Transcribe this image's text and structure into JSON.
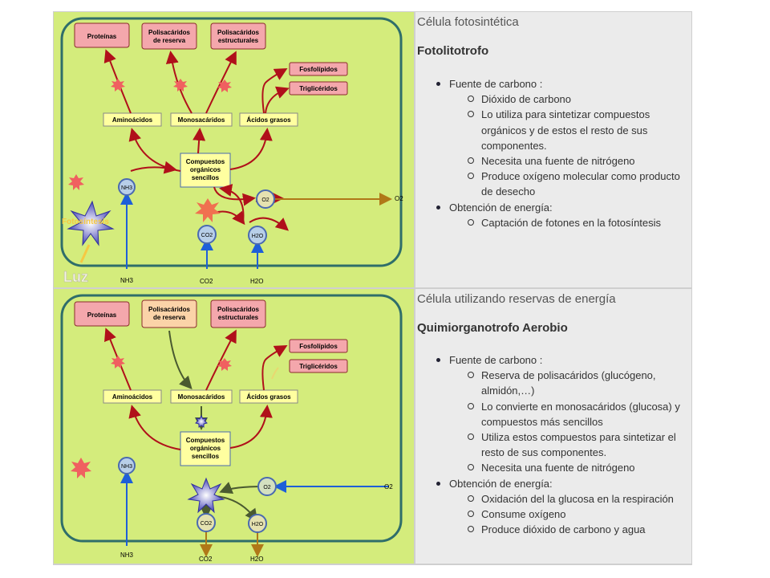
{
  "panel1": {
    "subtitle": "Célula fotosintética",
    "heading": "Fotolitotrofo",
    "diagram": {
      "proteins": "Proteínas",
      "storage_polys_1": "Polisacáridos",
      "storage_polys_2": "de reserva",
      "struct_polys_1": "Polisacáridos",
      "struct_polys_2": "estructurales",
      "phospholipids": "Fosfolípidos",
      "triglycerides": "Triglicéridos",
      "amino": "Aminoácidos",
      "mono": "Monosacáridos",
      "fatty": "Ácidos grasos",
      "compounds_1": "Compuestos",
      "compounds_2": "orgánicos",
      "compounds_3": "sencillos",
      "nh3_node": "NH3",
      "o2_node": "O2",
      "co2_node": "CO2",
      "h2o_node": "H2O",
      "o2_out": "O2",
      "nh3_in": "NH3",
      "co2_in": "CO2",
      "h2o_in": "H2O",
      "photosynthesis": "Fotosíntesis",
      "light": "Luz"
    },
    "bullets": [
      {
        "label": "Fuente de carbono :",
        "items": [
          "Dióxido de carbono",
          "Lo utiliza para sintetizar compuestos orgánicos y de estos el resto de sus componentes.",
          "Necesita una fuente de nitrógeno",
          "Produce oxígeno molecular como producto de desecho"
        ]
      },
      {
        "label": "Obtención de energía:",
        "items": [
          "Captación de fotones en la fotosíntesis"
        ]
      }
    ]
  },
  "panel2": {
    "subtitle": "Célula utilizando reservas de energía",
    "heading": "Quimiorganotrofo Aerobio",
    "diagram": {
      "proteins": "Proteínas",
      "storage_polys_1": "Polisacáridos",
      "storage_polys_2": "de reserva",
      "struct_polys_1": "Polisacáridos",
      "struct_polys_2": "estructurales",
      "phospholipids": "Fosfolípidos",
      "triglycerides": "Triglicéridos",
      "amino": "Aminoácidos",
      "mono": "Monosacáridos",
      "fatty": "Ácidos grasos",
      "compounds_1": "Compuestos",
      "compounds_2": "orgánicos",
      "compounds_3": "sencillos",
      "nh3_node": "NH3",
      "o2_node": "O2",
      "co2_node": "CO2",
      "h2o_node": "H2O",
      "o2_in": "O2",
      "nh3_in": "NH3",
      "co2_out": "CO2",
      "h2o_out": "H2O"
    },
    "bullets": [
      {
        "label": "Fuente de carbono :",
        "items": [
          "Reserva de polisacáridos (glucógeno, almidón,…)",
          "Lo convierte en monosacáridos (glucosa) y compuestos más sencillos",
          "Utiliza estos compuestos para sintetizar el resto de sus componentes.",
          "Necesita una fuente de nitrógeno"
        ]
      },
      {
        "label": "Obtención de energía:",
        "items": [
          "Oxidación del la glucosa en la respiración",
          "Consume oxígeno",
          "Produce dióxido de carbono y agua"
        ]
      }
    ]
  }
}
